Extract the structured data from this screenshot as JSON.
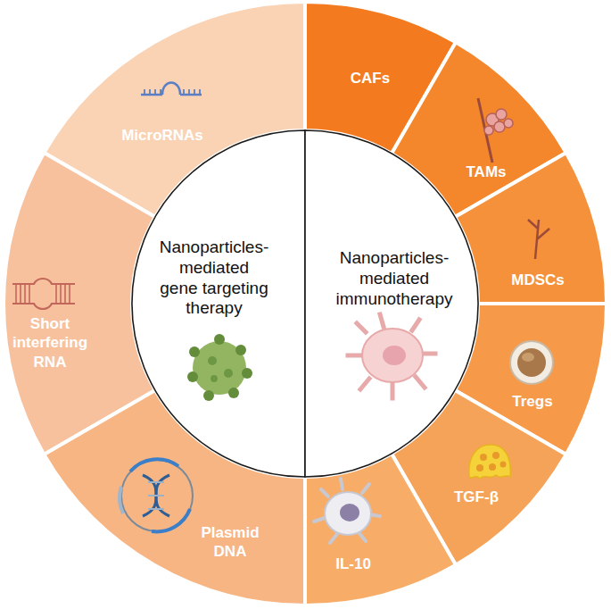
{
  "diagram": {
    "nodes": [
      {
        "text": [
          "Nanoparticles- mediated gene targeting therapy"
        ]
      },
      {
        "text": [
          "Nanoparticles- mediated immunotherapy"
        ]
      },
      {
        "text": [
          "MicroRNAs"
        ]
      },
      {
        "text": [
          "Short interfering RNA"
        ]
      },
      {
        "text": [
          "Plasmid DNA"
        ]
      },
      {
        "text": [
          "CAFs"
        ]
      },
      {
        "text": [
          "TAMs"
        ]
      },
      {
        "text": [
          "MDSCs"
        ]
      },
      {
        "text": [
          "Tregs"
        ]
      },
      {
        "text": [
          "TGF-β"
        ]
      },
      {
        "text": [
          "IL-10"
        ]
      }
    ]
  }
}
